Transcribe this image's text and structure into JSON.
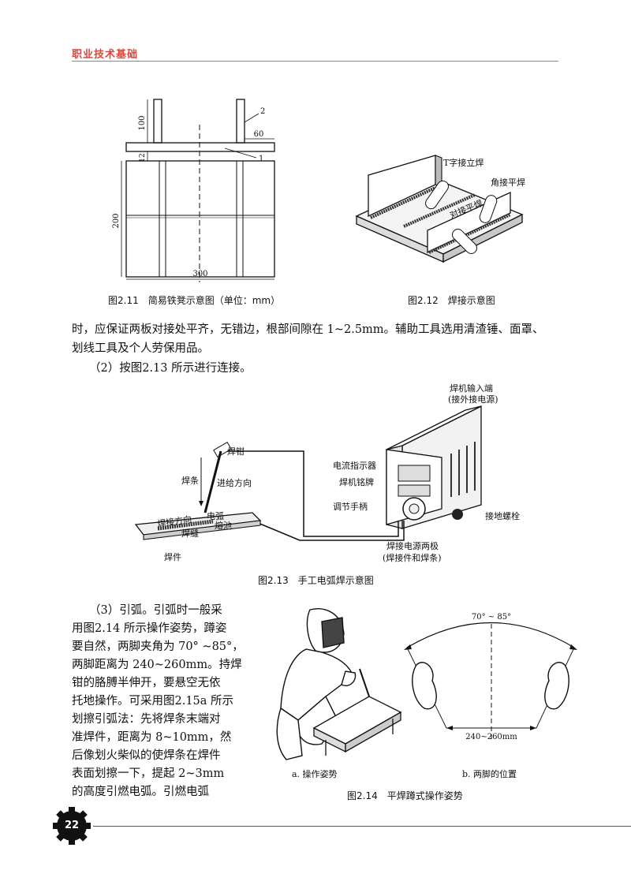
{
  "header": {
    "title": "职业技术基础"
  },
  "fig211": {
    "caption": "图2.11　简易铁凳示意图（单位：mm）",
    "dims": {
      "d100": "100",
      "d12": "12",
      "d200": "200",
      "d300": "300",
      "d60": "60",
      "l1": "1",
      "l2": "2"
    }
  },
  "fig212": {
    "caption": "图2.12　焊接示意图",
    "labels": {
      "t_weld": "T字接立焊",
      "corner": "角接平焊",
      "butt": "对接平焊"
    }
  },
  "paragraph1": {
    "line1": "时，应保证两板对接处平齐，无错边，根部间隙在 1~2.5mm。辅助工具选用清渣锤、面罩、",
    "line2": "划线工具及个人劳保用品。"
  },
  "paragraph2": {
    "text": "（2）按图2.13 所示进行连接。"
  },
  "fig213": {
    "caption": "图2.13　手工电弧焊示意图",
    "labels": {
      "input1": "焊机输入端",
      "input2": "(接外接电源)",
      "clamp": "焊钳",
      "rod": "焊条",
      "feed": "进给方向",
      "indicator": "电流指示器",
      "nameplate": "焊机铭牌",
      "handle": "调节手柄",
      "ground": "接地螺栓",
      "dir": "焊接方向",
      "arc": "电弧",
      "pool": "熔池",
      "seam": "焊缝",
      "work": "焊件",
      "poles1": "焊接电源两极",
      "poles2": "(焊接件和焊条)"
    }
  },
  "paragraph3": {
    "lines": [
      "（3）引弧。引弧时一般采",
      "用图2.14 所示操作姿势，蹲姿",
      "要自然，两脚夹角为 70° ~85°，",
      "两脚距离为 240~260mm。持焊",
      "钳的胳膊半伸开，要悬空无依",
      "托地操作。可采用图2.15a 所示",
      "划擦引弧法：先将焊条末端对",
      "准焊件，距离为 8~10mm，然",
      "后像划火柴似的使焊条在焊件",
      "表面划擦一下，提起 2~3mm",
      "的高度引燃电弧。引燃电弧"
    ]
  },
  "fig214": {
    "caption": "图2.14　平焊蹲式操作姿势",
    "sub_a": "a. 操作姿势",
    "sub_b": "b. 两脚的位置",
    "angle": "70° ~ 85°",
    "distance": "240~260mm"
  },
  "footer": {
    "page_number": "22"
  }
}
